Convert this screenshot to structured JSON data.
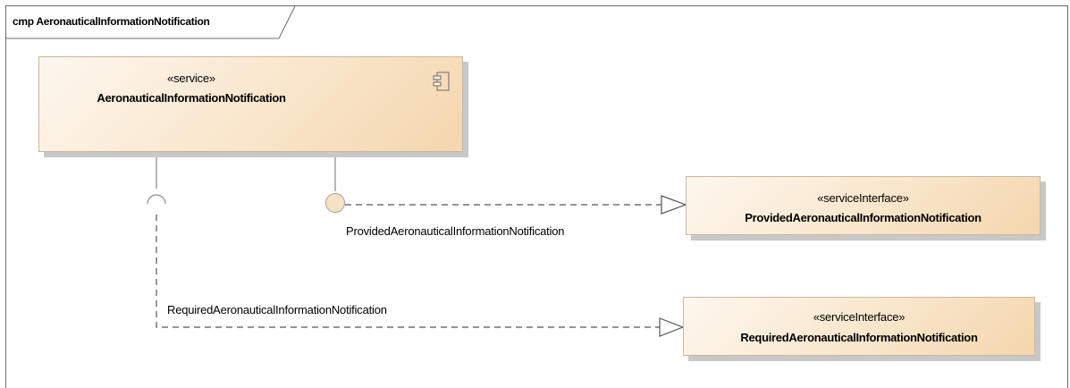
{
  "diagram": {
    "frame_title": "cmp AeronauticalInformationNotification"
  },
  "component": {
    "stereotype": "«service»",
    "name": "AeronauticalInformationNotification",
    "icon": "component-icon"
  },
  "provided_interface": {
    "stereotype": "«serviceInterface»",
    "name": "ProvidedAeronauticalInformationNotification",
    "port_label": "ProvidedAeronauticalInformationNotification"
  },
  "required_interface": {
    "stereotype": "«serviceInterface»",
    "name": "RequiredAeronauticalInformationNotification",
    "port_label": "RequiredAeronauticalInformationNotification"
  },
  "colors": {
    "box_fill_start": "#fdf7ef",
    "box_fill_end": "#f4d6ae",
    "box_border": "#c9b79a",
    "line": "#555555"
  }
}
